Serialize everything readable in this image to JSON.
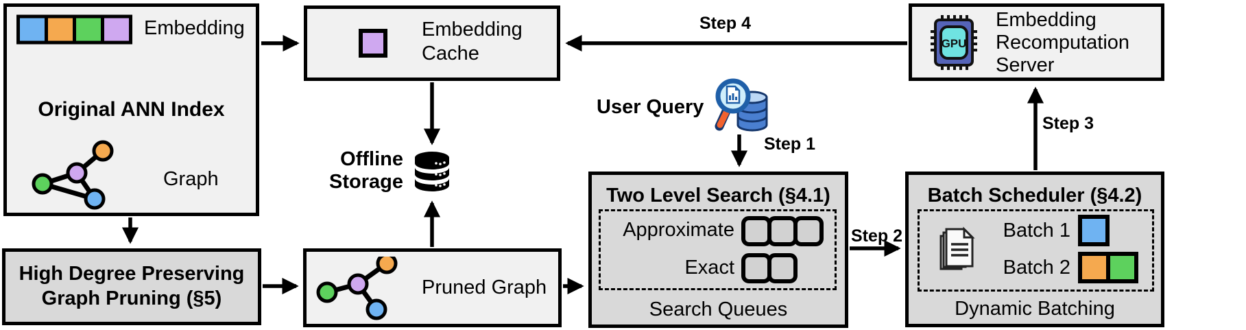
{
  "colors": {
    "blue": "#6FB3F2",
    "orange": "#F5A94F",
    "green": "#5DD15D",
    "purple": "#CFA8F0",
    "light_box": "#F1F1F1",
    "dark_box": "#D9D9D9",
    "gpu_body": "#5564B8",
    "gpu_inner": "#6FE3E1",
    "query_db": "#4A7FD0",
    "query_db_top": "#BCD7F5",
    "query_rim": "#1F5FA8",
    "query_lens": "#CFEEFB",
    "query_handle": "#F2622E"
  },
  "original_index": {
    "embedding_label": "Embedding",
    "title": "Original ANN Index",
    "graph_label": "Graph"
  },
  "embedding_cache": {
    "title": "Embedding Cache"
  },
  "recomputation_server": {
    "title": "Embedding Recomputation Server",
    "gpu_label": "GPU"
  },
  "offline_storage": {
    "label": "Offline Storage"
  },
  "user_query": {
    "label": "User Query"
  },
  "steps": {
    "step1": "Step 1",
    "step2": "Step 2",
    "step3": "Step 3",
    "step4": "Step 4"
  },
  "two_level_search": {
    "title": "Two Level Search (§4.1)",
    "approximate_label": "Approximate",
    "exact_label": "Exact",
    "footer": "Search Queues"
  },
  "batch_scheduler": {
    "title": "Batch Scheduler (§4.2)",
    "batch1_label": "Batch 1",
    "batch2_label": "Batch 2",
    "footer": "Dynamic Batching"
  },
  "graph_pruning": {
    "title": "High Degree Preserving Graph Pruning (§5)"
  },
  "pruned_graph": {
    "label": "Pruned Graph"
  }
}
